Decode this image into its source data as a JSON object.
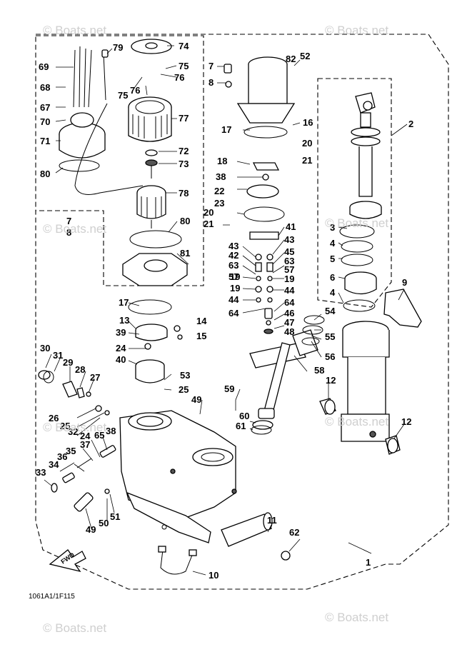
{
  "watermark": "© Boats.net",
  "drawing_code": "1061A1/1F115",
  "fwd_label": "FWD",
  "part_labels": [
    "1",
    "2",
    "3",
    "4",
    "5",
    "6",
    "7",
    "8",
    "9",
    "10",
    "11",
    "12",
    "13",
    "14",
    "15",
    "16",
    "17",
    "18",
    "19",
    "20",
    "21",
    "22",
    "23",
    "24",
    "25",
    "26",
    "27",
    "28",
    "29",
    "30",
    "31",
    "32",
    "33",
    "34",
    "35",
    "36",
    "37",
    "38",
    "39",
    "40",
    "41",
    "42",
    "43",
    "44",
    "45",
    "46",
    "47",
    "48",
    "49",
    "50",
    "51",
    "52",
    "53",
    "54",
    "55",
    "56",
    "57",
    "58",
    "59",
    "60",
    "61",
    "62",
    "63",
    "64",
    "65",
    "67",
    "68",
    "69",
    "70",
    "71",
    "72",
    "73",
    "74",
    "75",
    "76",
    "77",
    "78",
    "79",
    "80",
    "81",
    "82"
  ]
}
